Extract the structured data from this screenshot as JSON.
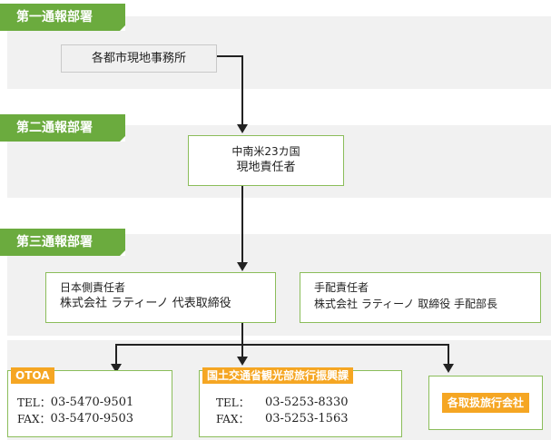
{
  "sections": [
    {
      "label": "第一通報部署"
    },
    {
      "label": "第二通報部署"
    },
    {
      "label": "第三通報部署"
    }
  ],
  "nodes": {
    "municipal": {
      "text": "各都市現地事務所"
    },
    "local_manager": {
      "line1": "中南米23カ国",
      "line2": "現地責任者"
    },
    "japan_manager": {
      "line1": "日本側責任者",
      "line2": "株式会社 ラティーノ  代表取締役"
    },
    "arranger": {
      "line1": "手配責任者",
      "line2": "株式会社 ラティーノ  取締役 手配部長"
    },
    "otoa": {
      "title": "OTOA",
      "tel_label": "TEL：",
      "tel": "03-5470-9501",
      "fax_label": "FAX：",
      "fax": "03-5470-9503"
    },
    "mlit": {
      "title": "国土交通省観光部旅行振興課",
      "tel_label": "TEL：",
      "tel": "03-5253-8330",
      "fax_label": "FAX：",
      "fax": "03-5253-1563"
    },
    "agencies": {
      "title": "各取扱旅行会社"
    }
  },
  "colors": {
    "section_tag": "#6bab3e",
    "node_border": "#8bbd5a",
    "label_orange": "#f5a623",
    "band": "#f1f1f1"
  }
}
